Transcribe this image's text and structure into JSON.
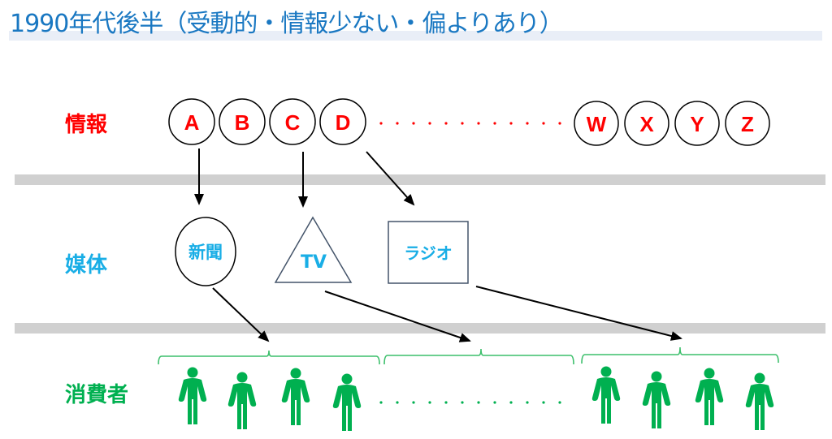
{
  "title": "1990年代後半（受動的・情報少ない・偏よりあり）",
  "colors": {
    "title": "#1a78c2",
    "info": "#ff0000",
    "media": "#19aee6",
    "consumer": "#00b050",
    "shape_stroke": "#44546a",
    "divider": "#d0d0d0"
  },
  "rows": {
    "info_label": "情報",
    "media_label": "媒体",
    "consumer_label": "消費者"
  },
  "information": {
    "items_left": [
      "A",
      "B",
      "C",
      "D"
    ],
    "items_right": [
      "W",
      "X",
      "Y",
      "Z"
    ],
    "ellipsis": "……"
  },
  "media": [
    {
      "name": "新聞",
      "shape": "circle",
      "source": "A"
    },
    {
      "name": "TV",
      "shape": "triangle",
      "source": "C"
    },
    {
      "name": "ラジオ",
      "shape": "rectangle",
      "source": "D"
    }
  ],
  "consumers": {
    "groups": [
      {
        "target_media": "新聞",
        "count": 4
      },
      {
        "target_media": "TV",
        "count": 0,
        "ellipsis": true
      },
      {
        "target_media": "ラジオ",
        "count": 4
      }
    ],
    "icon": "person-icon"
  }
}
